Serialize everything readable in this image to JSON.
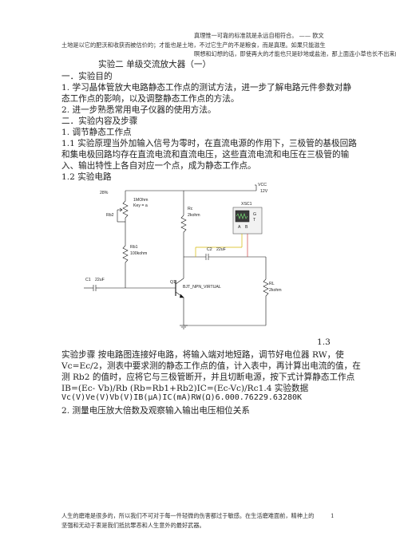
{
  "header": {
    "line1": "真理惟一可靠的标准就是永远自相符合。 —— 欧文",
    "line2": "土地是以它的肥沃和收获而被估价的；才能也是土地，不过它生产的不是粮食，而是真理。如果只能滋生",
    "line3": "瞑想和幻想的话，即使再大的才能也只是砂地或盐池，那上面连小草也长不出来的。"
  },
  "body": {
    "title": "实验二   单级交流放大器（一）",
    "s1": "一．实验目的",
    "p1a": "1. 学习晶体管放大电路静态工作点的测试方法，进一步了解电路元件参数对静",
    "p1b": "态工作点的影响，以及调整静态工作点的方法。",
    "p2": "2. 进一步熟悉常用电子仪器的使用方法。",
    "s2": "二．实验内容及步骤",
    "s3": "1. 调节静态工作点",
    "p3a": "1.1 实验原理当外加输入信号为零时，在直流电源的作用下，三极管的基极回路",
    "p3b": "和集电极回路均存在直流电流和直流电压，这些直流电流和电压在三极管的输",
    "p3c": "入、输出特性上各自对应一个点，成为静态工作点。",
    "s4": "1.2 实验电路",
    "fignum": "1.3",
    "p4a": "实验步骤   按电路图连接好电路，将输入端对地短路，调节好电位器 RW，使",
    "p4b": "Vc=Ec/2，测表中要求测的静态工作点的值，计入表中，再计算出电流的值，在",
    "p4c": "测 Rb2 的值时，应将它与三极管断开，并且切断电源，按下式计算静态工作点",
    "p4d": "IB=(Ec-   Vb)/Rb      (Rb=Rb1+Rb2)IC=(Ec-Vc)/Rc1.4 实验数据",
    "p4e": "Vc(V)Ve(V)Vb(V)IB(μA)IC(mA)RW(Ω)6.000.76229.63280K",
    "p5": "2.   测量电压放大倍数及观察输入输出电压相位关系"
  },
  "circuit": {
    "vcc": "VCC",
    "v12": "12V",
    "xsc": "XSC1",
    "pct": "28%",
    "pot_val": "1MOhm",
    "pot_key": "Key = a",
    "rb2": "Rb2",
    "rc": "Rc",
    "rc_val": "2kohm",
    "rb1": "Rb1",
    "rb1_val": "100kohm",
    "c2": "C2",
    "c2_val": "22uF",
    "c1": "C1",
    "c1_val": "22uF",
    "q1": "Q1",
    "q1_type": "BJT_NPN_VIRTUAL",
    "rl": "RL",
    "rl_val": "2kohm",
    "scope_g": "G",
    "scope_t": "T",
    "scope_a": "A",
    "scope_b": "B"
  },
  "footer": {
    "line1": "人生的磨难是很多的，所以我们不可对于每一件轻微的伤害都过于敏感。在生活磨难面前，精神上的",
    "line2": "坚强和无动于衷是我们抵抗罪恶和人生意外的最好武器。",
    "page": "1"
  }
}
